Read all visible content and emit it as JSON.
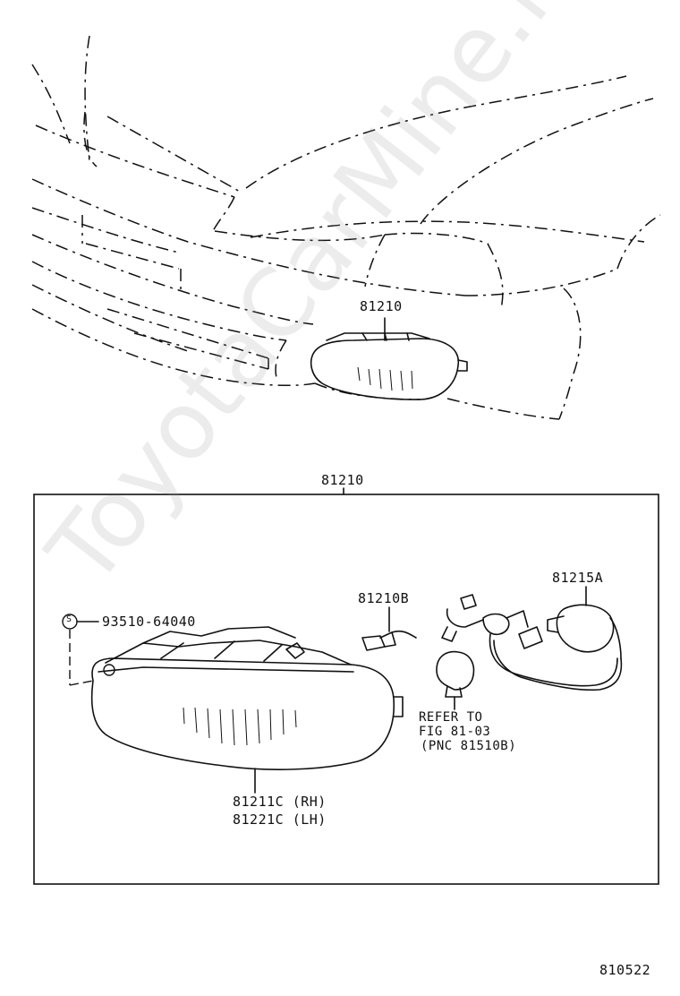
{
  "watermark": "ToyotaCarMine.ru",
  "overview": {
    "part_label": "81210"
  },
  "detail_box": {
    "title": "81210",
    "callouts": {
      "screw_symbol": "S",
      "screw_part": "93510-64040",
      "bulb_part": "81210B",
      "socket_part": "81215A",
      "lamp_rh": "81211C (RH)",
      "lamp_lh": "81221C (LH)",
      "refer_line1": "REFER TO",
      "refer_line2": "FIG 81-03",
      "refer_line3": "(PNC 81510B)"
    }
  },
  "figure_number": "810522"
}
